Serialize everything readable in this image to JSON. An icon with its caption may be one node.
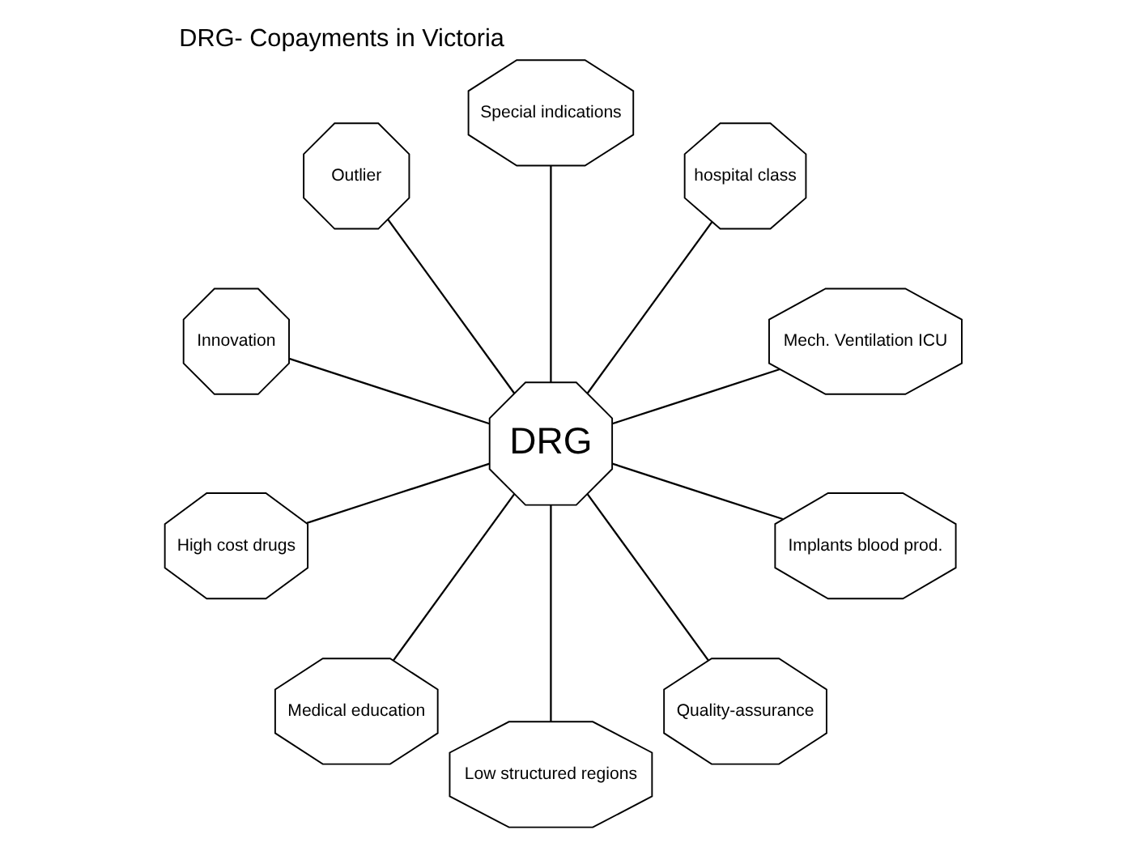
{
  "diagram": {
    "title": "DRG- Copayments in Victoria",
    "nodes": [
      {
        "text": [
          "DRG"
        ]
      },
      {
        "text": [
          "Mech. Ventilation ICU"
        ]
      },
      {
        "text": [
          "hospital class"
        ]
      },
      {
        "text": [
          "Special indications"
        ]
      },
      {
        "text": [
          "Outlier"
        ]
      },
      {
        "text": [
          "Innovation"
        ]
      },
      {
        "text": [
          "High cost drugs"
        ]
      },
      {
        "text": [
          "Medical education"
        ]
      },
      {
        "text": [
          "Low structured regions"
        ]
      },
      {
        "text": [
          "Quality-assurance"
        ]
      },
      {
        "text": [
          "Implants blood prod."
        ]
      }
    ],
    "edges": [
      {
        "from": 0,
        "to": 1,
        "arrow": "none"
      },
      {
        "from": 0,
        "to": 2,
        "arrow": "none"
      },
      {
        "from": 0,
        "to": 3,
        "arrow": "none"
      },
      {
        "from": 0,
        "to": 4,
        "arrow": "none"
      },
      {
        "from": 0,
        "to": 5,
        "arrow": "none"
      },
      {
        "from": 0,
        "to": 6,
        "arrow": "none"
      },
      {
        "from": 0,
        "to": 7,
        "arrow": "none"
      },
      {
        "from": 0,
        "to": 8,
        "arrow": "none"
      },
      {
        "from": 0,
        "to": 9,
        "arrow": "none"
      },
      {
        "from": 0,
        "to": 10,
        "arrow": "none"
      }
    ]
  }
}
